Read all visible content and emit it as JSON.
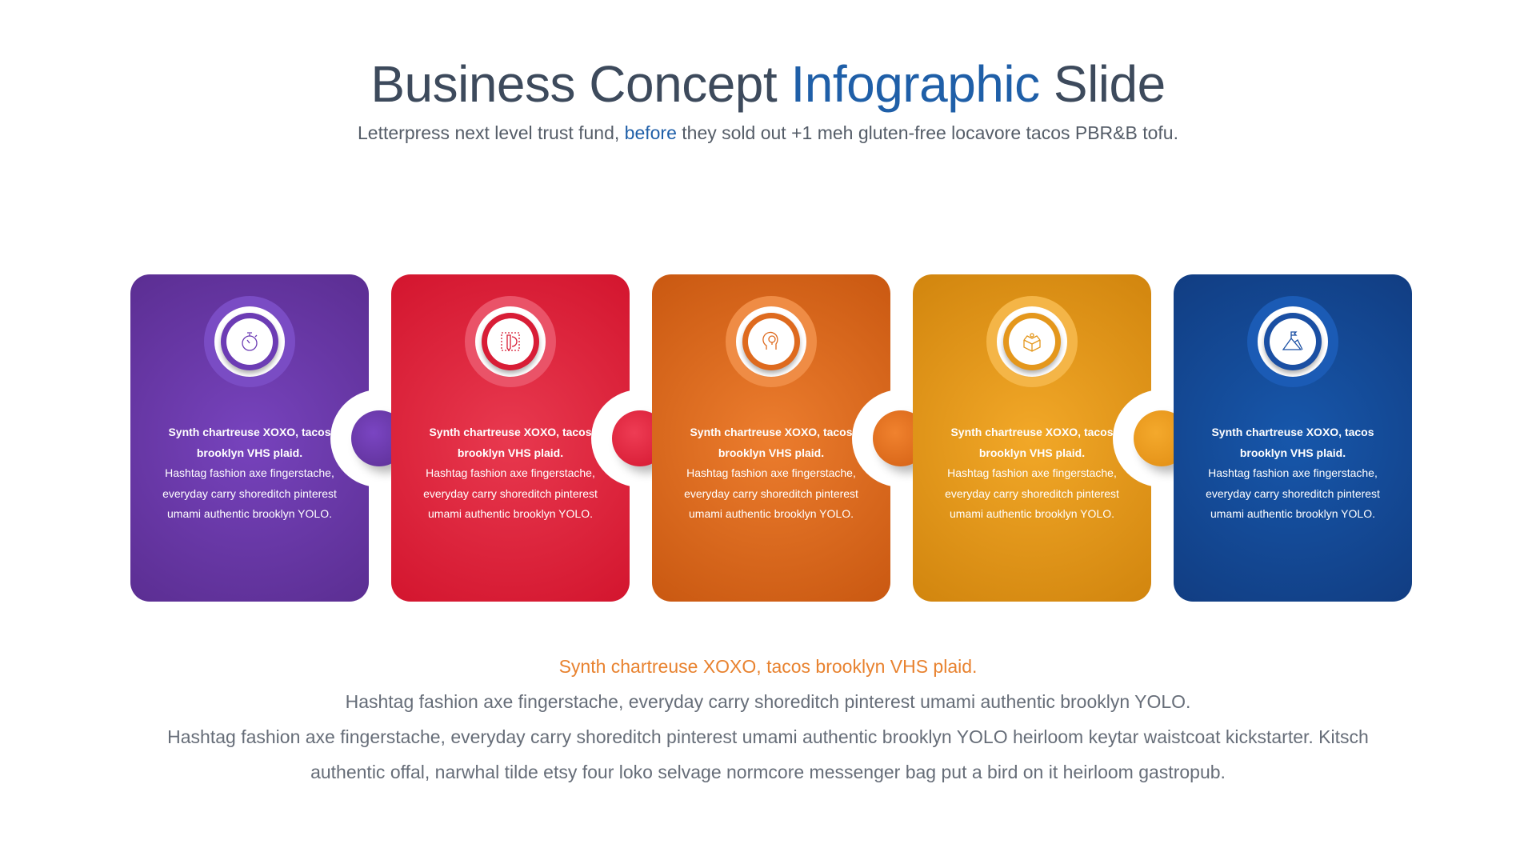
{
  "title": {
    "part1": "Business Concept ",
    "accent": "Infographic",
    "part2": " Slide"
  },
  "subtitle": {
    "part1": "Letterpress next level trust fund, ",
    "accent": "before",
    "part2": " they sold out +1 meh gluten-free locavore tacos PBR&B tofu."
  },
  "colors": {
    "purple": "#6a3aae",
    "red": "#dd2039",
    "orange": "#dc6a1e",
    "amber": "#e2961a",
    "blue": "#154a9a",
    "accent_blue": "#1f5fa8",
    "highlight_orange": "#e8822f"
  },
  "cards": [
    {
      "icon": "stopwatch-icon",
      "heading": "Synth chartreuse XOXO, tacos brooklyn VHS plaid.",
      "body": "Hashtag fashion axe fingerstache, everyday carry shoreditch pinterest umami authentic brooklyn YOLO."
    },
    {
      "icon": "design-pencil-gear-icon",
      "heading": "Synth chartreuse XOXO, tacos brooklyn VHS plaid.",
      "body": "Hashtag fashion axe fingerstache, everyday carry shoreditch pinterest umami authentic brooklyn YOLO."
    },
    {
      "icon": "head-idea-icon",
      "heading": "Synth chartreuse XOXO, tacos brooklyn VHS plaid.",
      "body": "Hashtag fashion axe fingerstache, everyday carry shoreditch pinterest umami authentic brooklyn YOLO."
    },
    {
      "icon": "open-box-icon",
      "heading": "Synth chartreuse XOXO, tacos brooklyn VHS plaid.",
      "body": "Hashtag fashion axe fingerstache, everyday carry shoreditch pinterest umami authentic brooklyn YOLO."
    },
    {
      "icon": "mountain-flag-icon",
      "heading": "Synth chartreuse XOXO, tacos brooklyn VHS plaid.",
      "body": "Hashtag fashion axe fingerstache, everyday carry shoreditch pinterest umami authentic brooklyn YOLO."
    }
  ],
  "bottom": {
    "highlight": "Synth chartreuse XOXO, tacos brooklyn VHS plaid.",
    "line1": "Hashtag fashion axe fingerstache, everyday carry shoreditch pinterest umami authentic brooklyn YOLO.",
    "line2": "Hashtag fashion axe fingerstache, everyday carry shoreditch pinterest umami authentic brooklyn YOLO heirloom keytar waistcoat kickstarter. Kitsch",
    "line3": "authentic offal, narwhal tilde etsy four loko selvage normcore messenger bag put a bird on it heirloom gastropub."
  }
}
